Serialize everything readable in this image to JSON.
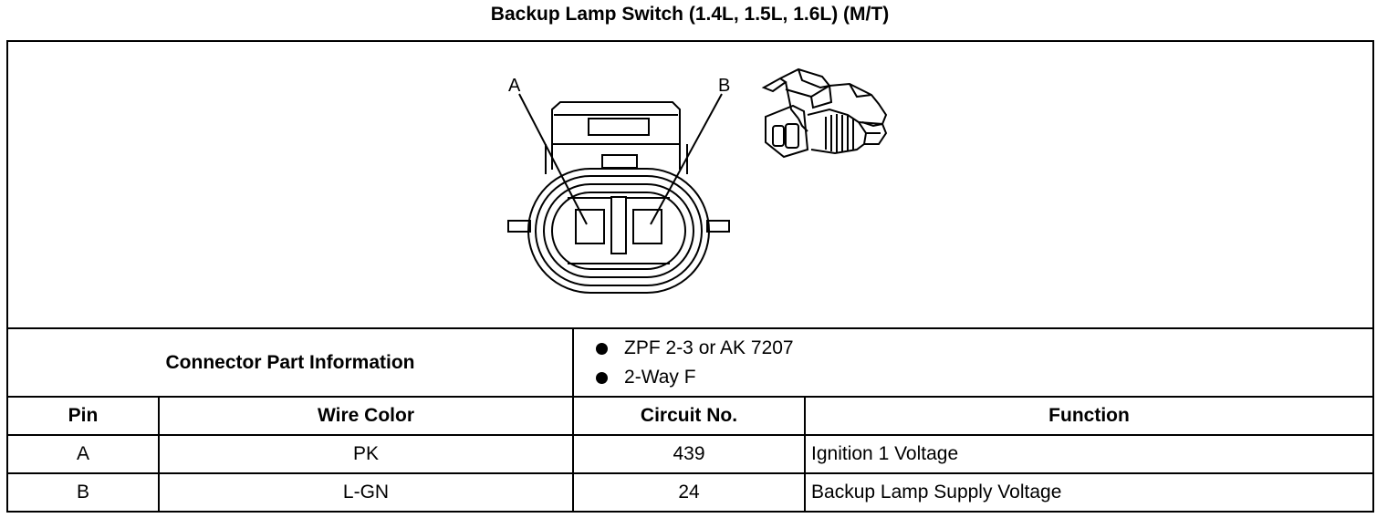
{
  "title": "Backup Lamp Switch (1.4L, 1.5L, 1.6L) (M/T)",
  "diagram": {
    "pin_labels": [
      "A",
      "B"
    ]
  },
  "connector_part_information": {
    "label": "Connector Part Information",
    "items": [
      "ZPF 2-3 or AK 7207",
      "2-Way F"
    ]
  },
  "pin_table": {
    "headers": [
      "Pin",
      "Wire Color",
      "Circuit No.",
      "Function"
    ],
    "rows": [
      {
        "pin": "A",
        "wire_color": "PK",
        "circuit": "439",
        "function": "Ignition 1 Voltage"
      },
      {
        "pin": "B",
        "wire_color": "L-GN",
        "circuit": "24",
        "function": "Backup Lamp Supply Voltage"
      }
    ]
  }
}
